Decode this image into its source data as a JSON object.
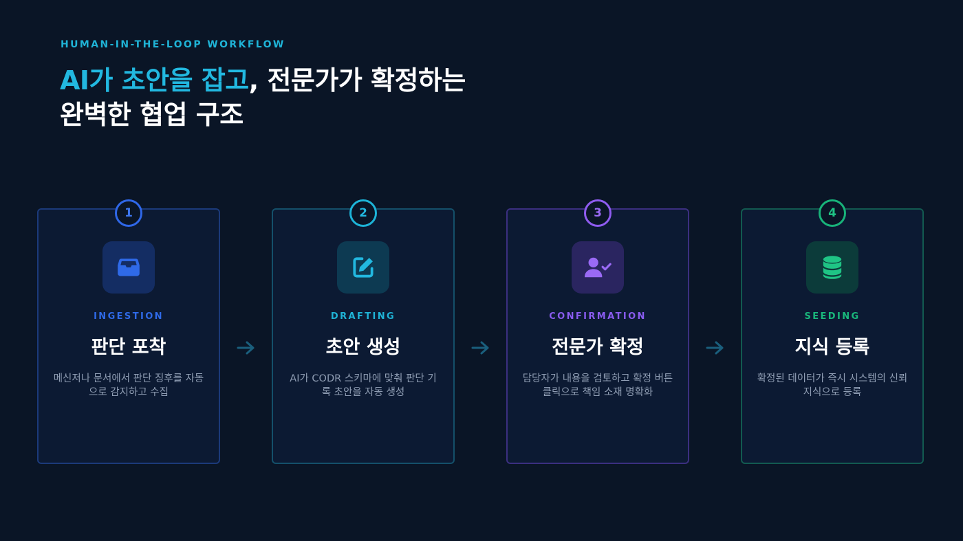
{
  "eyebrow": "HUMAN-IN-THE-LOOP WORKFLOW",
  "headline": {
    "accent": "AI가 초안을 잡고",
    "rest_line1": ", 전문가가 확정하는",
    "line2": "완벽한 협업 구조"
  },
  "colors": {
    "background": "#0a1526",
    "accent_cyan": "#22b8e0",
    "step1": "#2f6ae8",
    "step2": "#1fb3d6",
    "step3": "#8a5cf0",
    "step4": "#19b87c"
  },
  "steps": [
    {
      "number": "1",
      "icon": "inbox-icon",
      "tag": "INGESTION",
      "title": "판단 포착",
      "description": "메신저나 문서에서 판단 징후를 자동으로 감지하고 수집"
    },
    {
      "number": "2",
      "icon": "edit-icon",
      "tag": "DRAFTING",
      "title": "초안 생성",
      "description": "AI가 CODR 스키마에 맞춰 판단 기록 초안을 자동 생성"
    },
    {
      "number": "3",
      "icon": "user-check-icon",
      "tag": "CONFIRMATION",
      "title": "전문가 확정",
      "description": "담당자가 내용을 검토하고 확정 버튼 클릭으로 책임 소재 명확화"
    },
    {
      "number": "4",
      "icon": "database-icon",
      "tag": "SEEDING",
      "title": "지식 등록",
      "description": "확정된 데이터가 즉시 시스템의 신뢰 지식으로 등록"
    }
  ]
}
